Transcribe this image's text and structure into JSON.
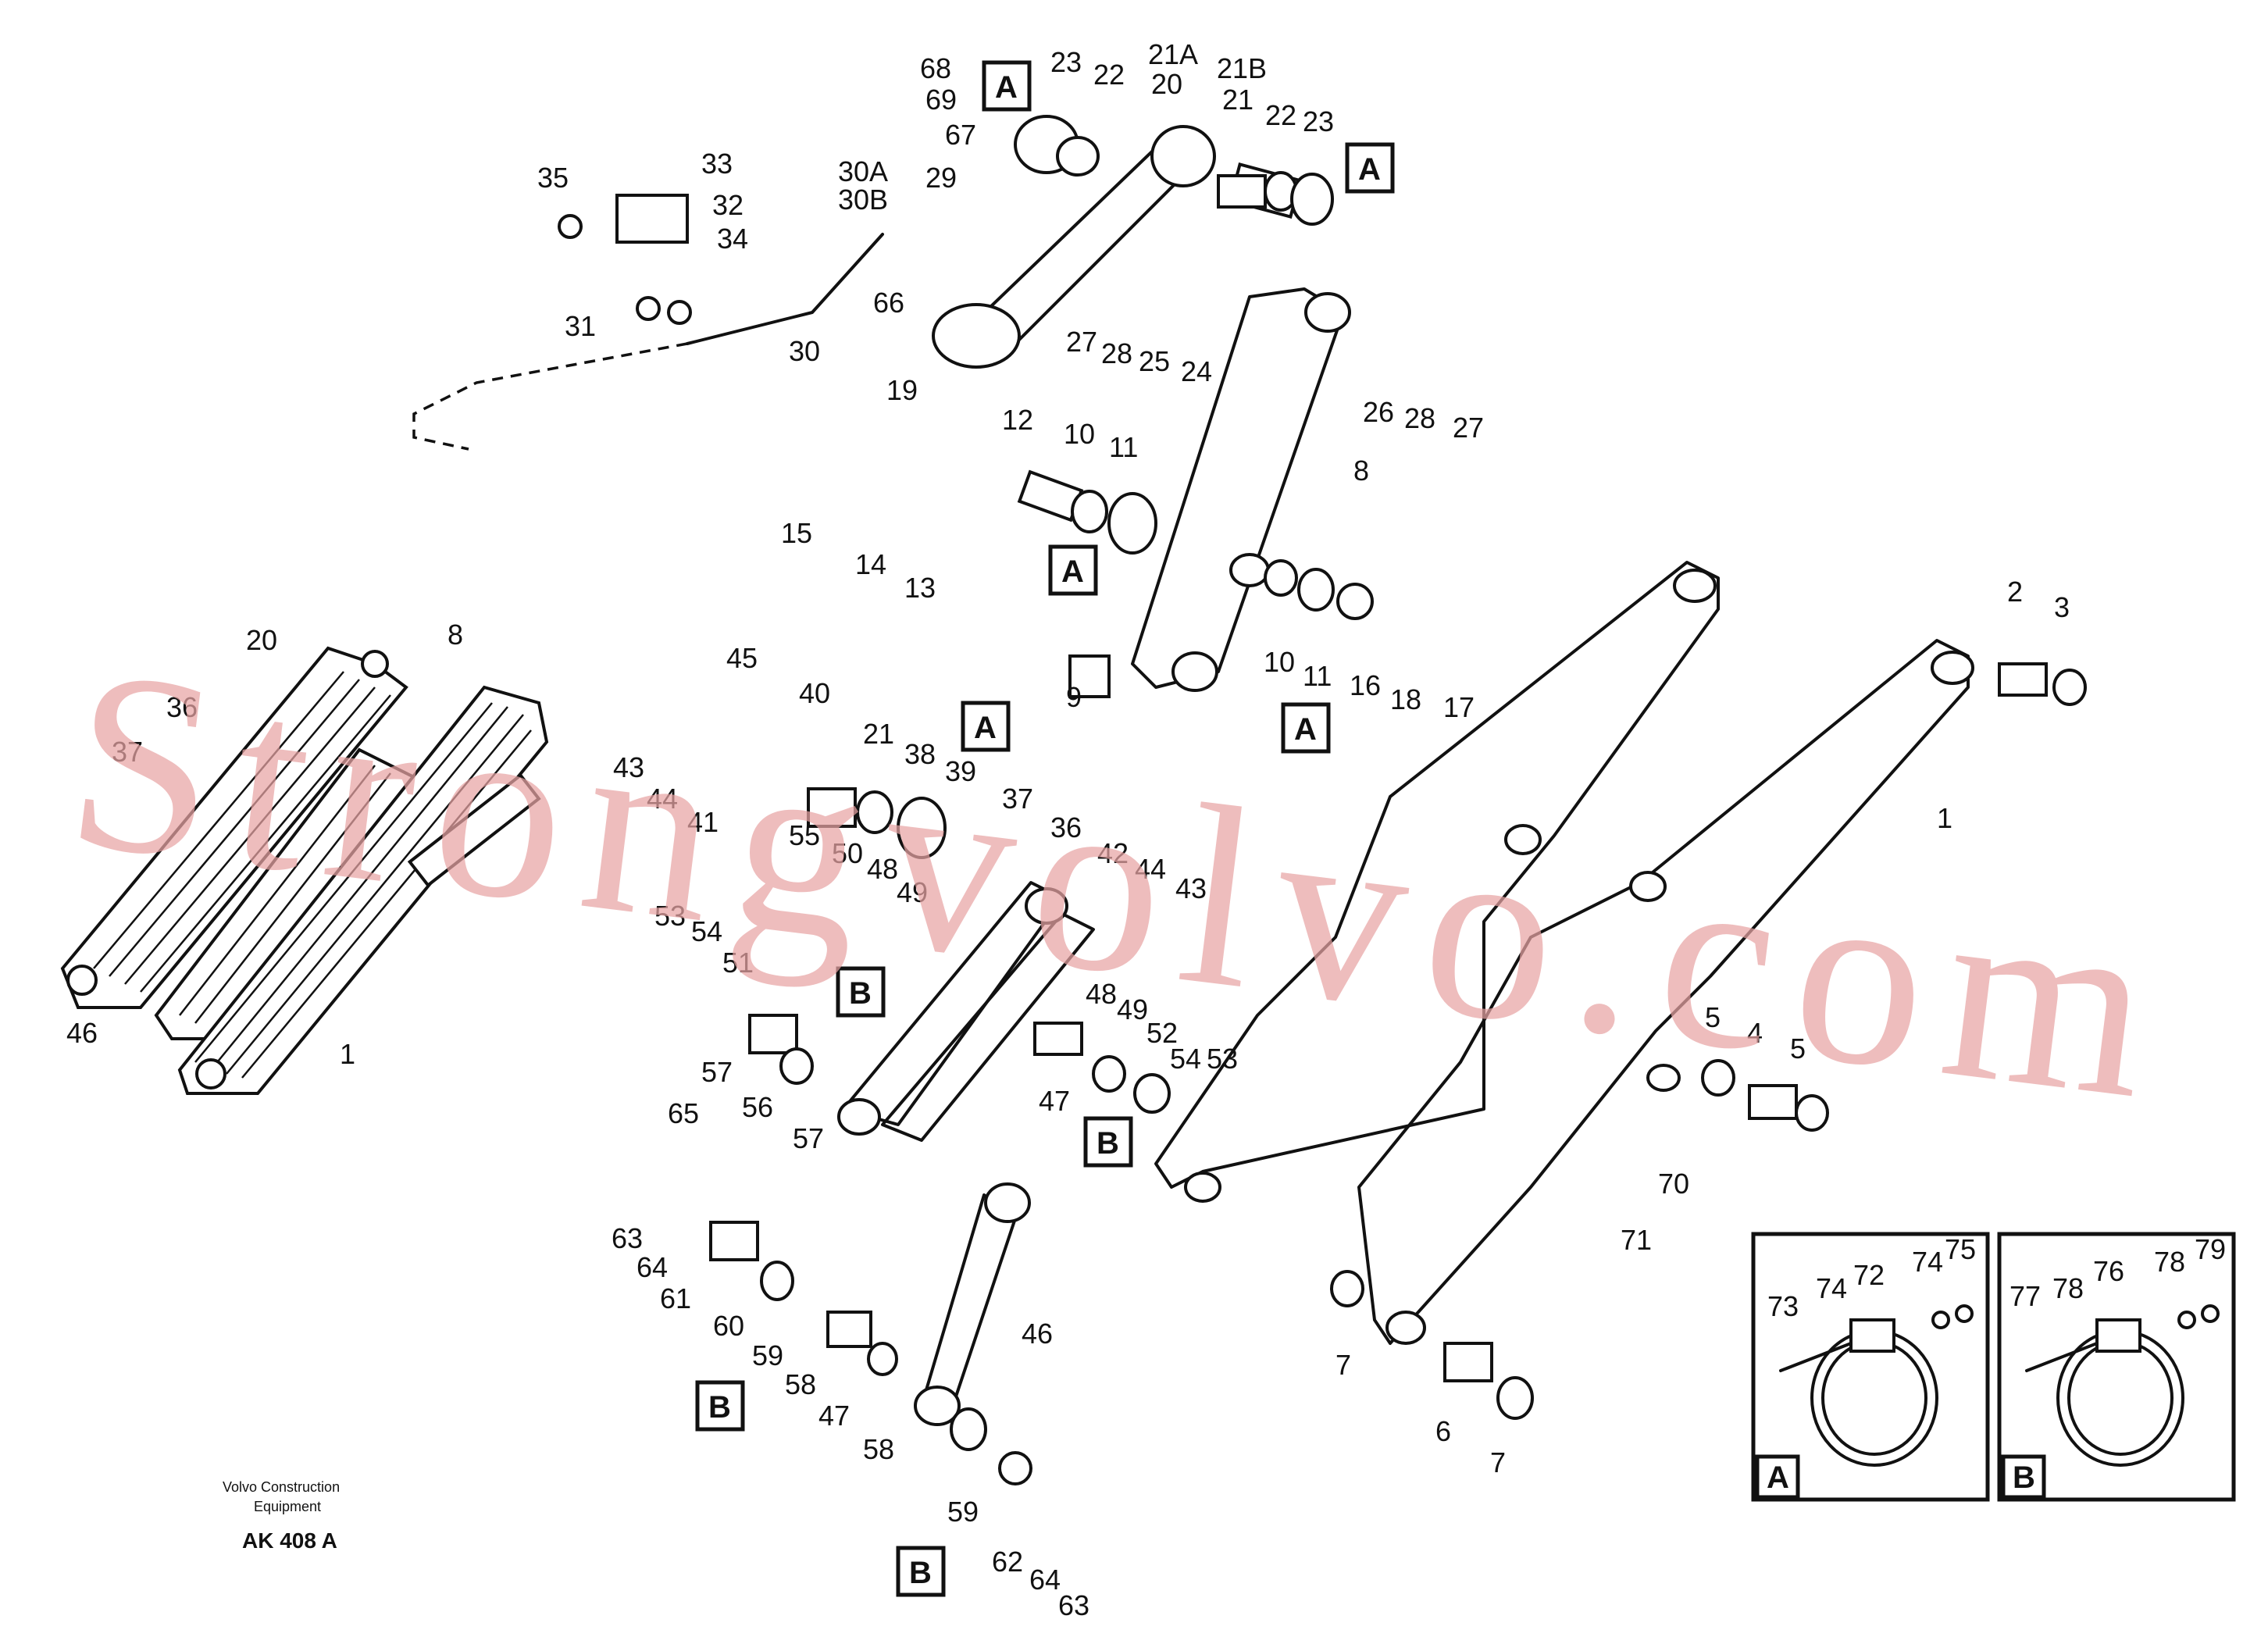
{
  "diagram": {
    "callouts": {
      "c68": "68",
      "c69": "69",
      "c67": "67",
      "c23a": "23",
      "c22a": "22",
      "c21A": "21A",
      "c20": "20",
      "c21B": "21B",
      "c21": "21",
      "c22b": "22",
      "c23b": "23",
      "c33": "33",
      "c35": "35",
      "c32": "32",
      "c34": "34",
      "c30A": "30A",
      "c30B": "30B",
      "c29": "29",
      "c31": "31",
      "c30": "30",
      "c66": "66",
      "c27a": "27",
      "c28a": "28",
      "c25": "25",
      "c24": "24",
      "c26": "26",
      "c28b": "28",
      "c27b": "27",
      "c19": "19",
      "c12": "12",
      "c10a": "10",
      "c11a": "11",
      "c8a": "8",
      "c15": "15",
      "c14": "14",
      "c13": "13",
      "c9": "9",
      "c10b": "10",
      "c11b": "11",
      "c16": "16",
      "c18": "18",
      "c17": "17",
      "c2": "2",
      "c3": "3",
      "c1a": "1",
      "c20b": "20",
      "c8b": "8",
      "c36a": "36",
      "c37a": "37",
      "c46a": "46",
      "c1b": "1",
      "c45": "45",
      "c40": "40",
      "c21c": "21",
      "c38": "38",
      "c39": "39",
      "c37b": "37",
      "c36b": "36",
      "c42": "42",
      "c44a": "44",
      "c43a": "43",
      "c43b": "43",
      "c44b": "44",
      "c41": "41",
      "c55": "55",
      "c50": "50",
      "c48a": "48",
      "c49a": "49",
      "c53a": "53",
      "c54a": "54",
      "c51": "51",
      "c48b": "48",
      "c49b": "49",
      "c52": "52",
      "c54b": "54",
      "c53b": "53",
      "c47a": "47",
      "c57a": "57",
      "c56": "56",
      "c57b": "57",
      "c65": "65",
      "c63a": "63",
      "c64a": "64",
      "c61": "61",
      "c60": "60",
      "c59a": "59",
      "c58a": "58",
      "c47b": "47",
      "c58b": "58",
      "c46b": "46",
      "c59b": "59",
      "c62": "62",
      "c64b": "64",
      "c63b": "63",
      "c5a": "5",
      "c4": "4",
      "c5b": "5",
      "c70": "70",
      "c71": "71",
      "c7a": "7",
      "c6": "6",
      "c7b": "7",
      "c73": "73",
      "c74a": "74",
      "c72": "72",
      "c74b": "74",
      "c75": "75",
      "c77": "77",
      "c78a": "78",
      "c76": "76",
      "c78b": "78",
      "c79": "79"
    },
    "view_labels": {
      "a1": "A",
      "a2": "A",
      "a3": "A",
      "a4": "A",
      "a5": "A",
      "b1": "B",
      "b2": "B",
      "b3": "B",
      "b4": "B",
      "inset_a": "A",
      "inset_b": "B"
    },
    "footer": {
      "company_line1": "Volvo Construction",
      "company_line2": "Equipment",
      "drawing_id": "AK 408 A"
    },
    "watermark": "Strongvolvo.com"
  },
  "colors": {
    "line": "#111111",
    "watermark": "#e7a3a3",
    "background": "#ffffff"
  }
}
